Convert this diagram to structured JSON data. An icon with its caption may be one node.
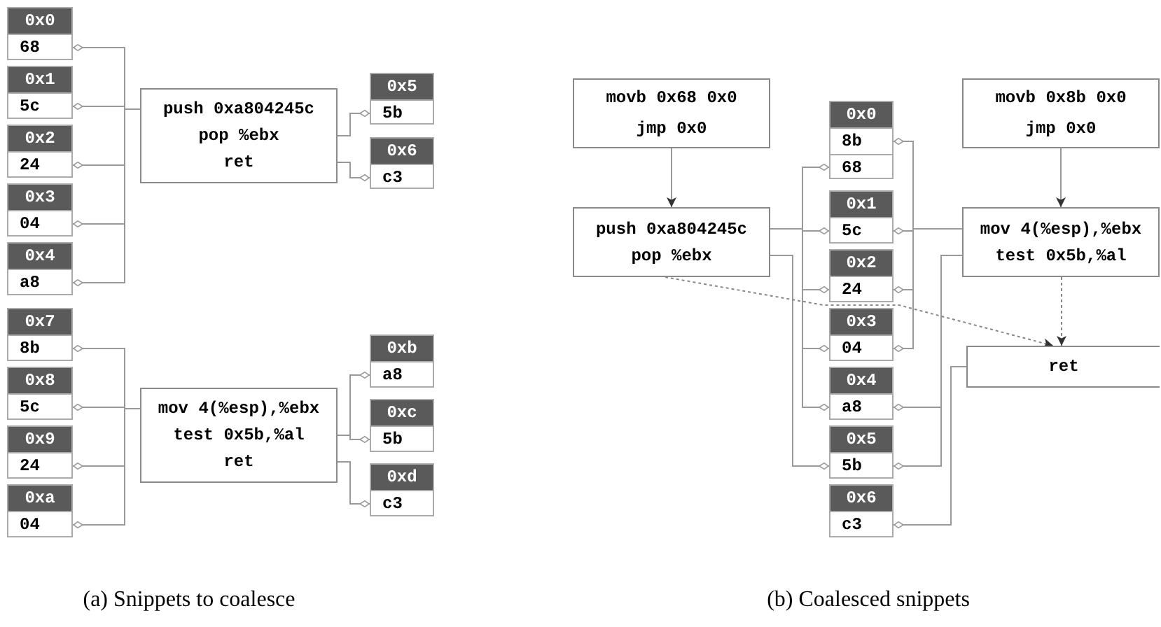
{
  "diagram": {
    "nodes": [
      {
        "text": [
          "0x0",
          "68"
        ]
      },
      {
        "text": [
          "0x1",
          "5c"
        ]
      },
      {
        "text": [
          "0x2",
          "24"
        ]
      },
      {
        "text": [
          "0x3",
          "04"
        ]
      },
      {
        "text": [
          "0x4",
          "a8"
        ]
      },
      {
        "text": [],
        "shape": "box"
      },
      {
        "text": [
          "push 0xa804245c"
        ],
        "in": 5
      },
      {
        "text": [
          "pop %ebx"
        ],
        "in": 5
      },
      {
        "text": [
          "ret"
        ],
        "in": 5
      },
      {
        "text": [
          "0x5",
          "5b"
        ]
      },
      {
        "text": [
          "0x6",
          "c3"
        ]
      },
      {
        "text": [
          "0x7",
          "8b"
        ]
      },
      {
        "text": [
          "0x8",
          "5c"
        ]
      },
      {
        "text": [
          "0x9",
          "24"
        ]
      },
      {
        "text": [
          "0xa",
          "04"
        ]
      },
      {
        "text": [],
        "shape": "box"
      },
      {
        "text": [
          "mov 4(%esp),%ebx"
        ],
        "in": 15
      },
      {
        "text": [
          "test 0x5b,%al"
        ],
        "in": 15
      },
      {
        "text": [
          "ret"
        ],
        "in": 15
      },
      {
        "text": [
          "0xb",
          "a8"
        ]
      },
      {
        "text": [
          "0xc",
          "5b"
        ]
      },
      {
        "text": [
          "0xd",
          "c3"
        ]
      },
      {
        "text": [
          "movb 0x68 0x0",
          "jmp 0x0"
        ]
      },
      {
        "text": [
          "movb 0x8b 0x0",
          "jmp 0x0"
        ]
      },
      {
        "text": [],
        "shape": "box"
      },
      {
        "text": [
          "push 0xa804245c"
        ],
        "in": 24
      },
      {
        "text": [
          "pop %ebx"
        ],
        "in": 24
      },
      {
        "text": [
          "0x0",
          "8b",
          "68"
        ]
      },
      {
        "text": [
          "0x1",
          "5c"
        ]
      },
      {
        "text": [
          "0x2",
          "24"
        ]
      },
      {
        "text": [
          "0x3",
          "04"
        ]
      },
      {
        "text": [
          "0x4",
          "a8"
        ]
      },
      {
        "text": [
          "0x5",
          "5b"
        ]
      },
      {
        "text": [
          "0x6",
          "c3"
        ]
      },
      {
        "text": [],
        "shape": "box"
      },
      {
        "text": [
          "mov 4(%esp),%ebx"
        ],
        "in": 34
      },
      {
        "text": [
          "test 0x5b,%al"
        ],
        "in": 34
      },
      {
        "text": [],
        "shape": "box"
      },
      {
        "text": [
          "ret"
        ],
        "in": 37
      }
    ],
    "edges": [
      {
        "from": 6,
        "to": 0,
        "arrow": "other"
      },
      {
        "from": 6,
        "to": 1,
        "arrow": "other"
      },
      {
        "from": 6,
        "to": 2,
        "arrow": "other"
      },
      {
        "from": 6,
        "to": 3,
        "arrow": "other"
      },
      {
        "from": 6,
        "to": 4,
        "arrow": "other"
      },
      {
        "from": 7,
        "to": 9,
        "arrow": "other"
      },
      {
        "from": 8,
        "to": 10,
        "arrow": "other"
      },
      {
        "from": 16,
        "to": 11,
        "arrow": "other"
      },
      {
        "from": 16,
        "to": 12,
        "arrow": "other"
      },
      {
        "from": 16,
        "to": 13,
        "arrow": "other"
      },
      {
        "from": 16,
        "to": 14,
        "arrow": "other"
      },
      {
        "from": 17,
        "to": 19,
        "arrow": "other"
      },
      {
        "from": 17,
        "to": 20,
        "arrow": "other"
      },
      {
        "from": 18,
        "to": 21,
        "arrow": "other"
      },
      {
        "from": 22,
        "to": 24,
        "arrow": "to"
      },
      {
        "from": 23,
        "to": 34,
        "arrow": "to"
      },
      {
        "from": 25,
        "to": 27,
        "arrow": "other"
      },
      {
        "from": 25,
        "to": 28,
        "arrow": "other"
      },
      {
        "from": 25,
        "to": 29,
        "arrow": "other"
      },
      {
        "from": 25,
        "to": 30,
        "arrow": "other"
      },
      {
        "from": 25,
        "to": 31,
        "arrow": "other"
      },
      {
        "from": 26,
        "to": 32,
        "arrow": "other"
      },
      {
        "from": 35,
        "to": 27,
        "arrow": "other"
      },
      {
        "from": 35,
        "to": 28,
        "arrow": "other"
      },
      {
        "from": 35,
        "to": 29,
        "arrow": "other"
      },
      {
        "from": 35,
        "to": 30,
        "arrow": "other"
      },
      {
        "from": 36,
        "to": 31,
        "arrow": "other"
      },
      {
        "from": 36,
        "to": 32,
        "arrow": "other"
      },
      {
        "from": 38,
        "to": 33,
        "arrow": "other"
      },
      {
        "from": 24,
        "to": 37,
        "arrow": "to",
        "style": "dashed"
      },
      {
        "from": 34,
        "to": 37,
        "arrow": "to",
        "style": "dashed"
      }
    ],
    "labels": [
      "(a) Snippets to coalesce",
      "(b) Coalesced snippets"
    ]
  }
}
